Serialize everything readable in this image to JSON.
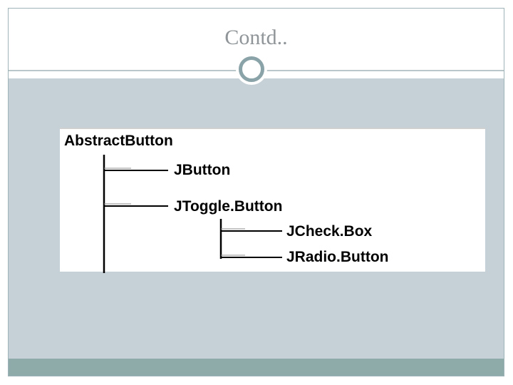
{
  "slide": {
    "title": "Contd.."
  },
  "diagram": {
    "root": "AbstractButton",
    "children": [
      {
        "label": "JButton"
      },
      {
        "label": "JToggleButton",
        "children": [
          {
            "label": "JCheckBox"
          },
          {
            "label": "JRadioButton"
          }
        ]
      }
    ],
    "labels": {
      "abstract_button": "AbstractButton",
      "jbutton": "JButton",
      "jtogglebutton": "JToggle.Button",
      "jcheckbox": "JCheck.Box",
      "jradiobutton": "JRadio.Button"
    }
  }
}
